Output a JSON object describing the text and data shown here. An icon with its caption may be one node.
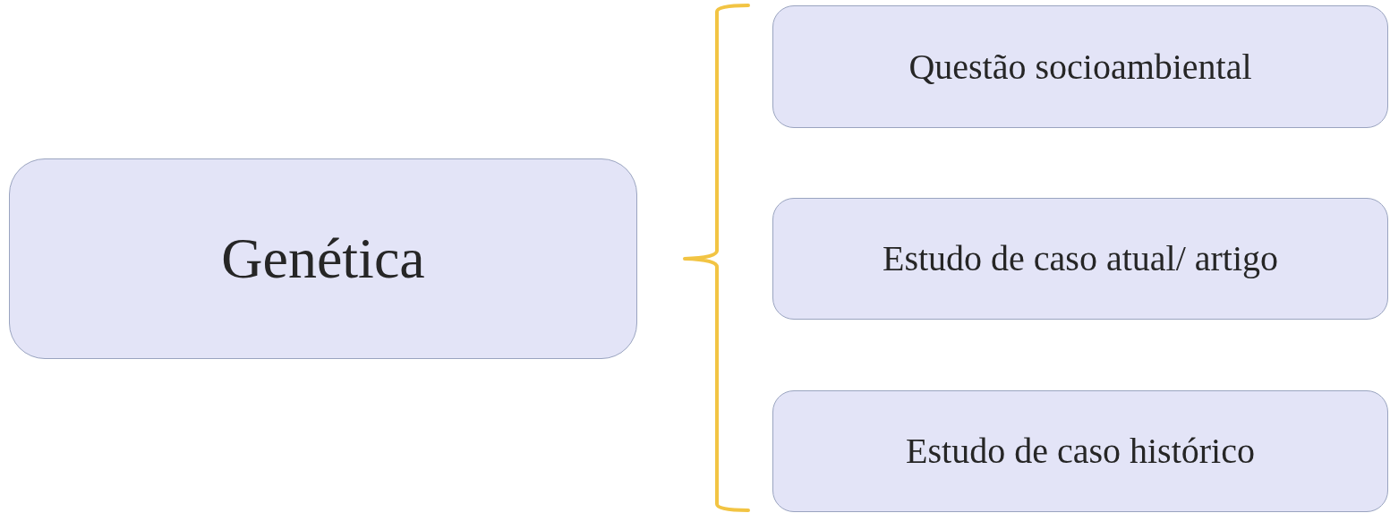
{
  "diagram": {
    "nodes": [
      {
        "text": [
          "Genética"
        ]
      },
      {
        "text": [
          "Questão socioambiental"
        ]
      },
      {
        "text": [
          "Estudo de caso atual/ artigo"
        ]
      },
      {
        "text": [
          "Estudo de caso histórico"
        ]
      }
    ]
  }
}
